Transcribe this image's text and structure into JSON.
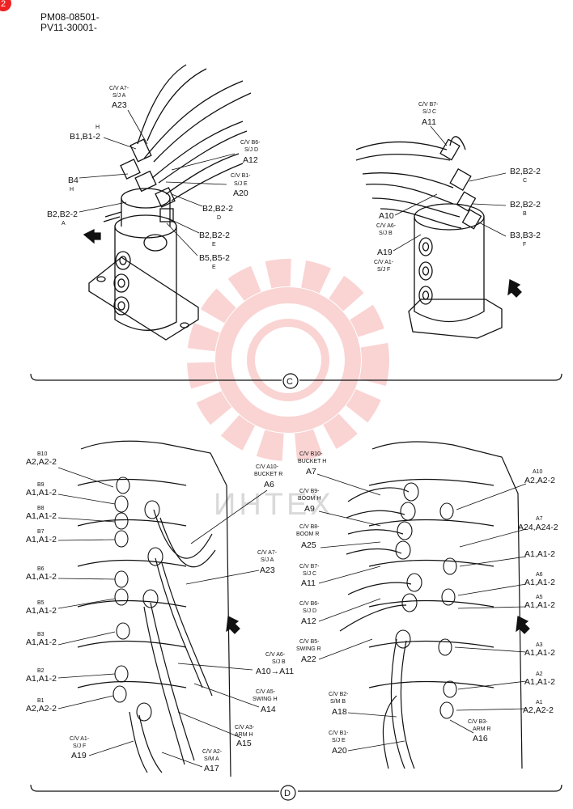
{
  "header": {
    "line1": "PM08-08501-",
    "line2": "PV11-30001-",
    "badge": "2"
  },
  "section_markers": {
    "top": "C",
    "bottom": "D"
  },
  "watermark": {
    "text": "ИНТЕХ",
    "color": "#f4a6a6"
  },
  "top_left": [
    {
      "sub": "C/V A7-",
      "sub2": "S/J A",
      "main": "A23"
    },
    {
      "sub": "H",
      "main": "B1,B1-2"
    },
    {
      "sub": "C/V B6-",
      "sub2": "S/J D",
      "main": "A12"
    },
    {
      "main": "B4",
      "sub": "H"
    },
    {
      "sub": "C/V B1-",
      "sub2": "S/J E",
      "main": "A20"
    },
    {
      "main": "B2,B2-2",
      "sub": "A"
    },
    {
      "main": "B2,B2-2",
      "sub": "D"
    },
    {
      "main": "B2,B2-2",
      "sub": "E"
    },
    {
      "main": "B5,B5-2",
      "sub": "E"
    }
  ],
  "top_right": [
    {
      "sub": "C/V B7-",
      "sub2": "S/J C",
      "main": "A11"
    },
    {
      "main": "B2,B2-2",
      "sub": "C"
    },
    {
      "main": "B2,B2-2",
      "sub": "B"
    },
    {
      "main": "A10",
      "sub": "C/V A6-",
      "sub2": "S/J B"
    },
    {
      "main": "B3,B3-2",
      "sub": "F"
    },
    {
      "main": "A19",
      "sub": "C/V A1-",
      "sub2": "S/J F"
    }
  ],
  "bottom_left": [
    {
      "sub": "B10",
      "main": "A2,A2-2"
    },
    {
      "sub": "B9",
      "main": "A1,A1-2"
    },
    {
      "sub": "B8",
      "main": "A1,A1-2"
    },
    {
      "sub": "B7",
      "main": "A1,A1-2"
    },
    {
      "sub": "B6",
      "main": "A1,A1-2"
    },
    {
      "sub": "B5",
      "main": "A1,A1-2"
    },
    {
      "sub": "B3",
      "main": "A1,A1-2"
    },
    {
      "sub": "B2",
      "main": "A1,A1-2"
    },
    {
      "sub": "B1",
      "main": "A2,A2-2"
    },
    {
      "sub": "C/V A10-",
      "sub2": "BUCKET R",
      "main": "A6"
    },
    {
      "sub": "C/V A7-",
      "sub2": "S/J A",
      "main": "A23"
    },
    {
      "sub": "C/V A6-",
      "sub2": "S/J B",
      "main": "A10→A11"
    },
    {
      "sub": "C/V A5-",
      "sub2": "SWING H",
      "main": "A14"
    },
    {
      "sub": "C/V A3-",
      "sub2": "ARM H",
      "main": "A15"
    },
    {
      "sub": "C/V A2-",
      "sub2": "S/M A",
      "main": "A17"
    },
    {
      "sub": "C/V A1-",
      "sub2": "S/J F",
      "main": "A19"
    }
  ],
  "bottom_right": [
    {
      "sub": "C/V B10-",
      "sub2": "BUCKET H",
      "main": "A7"
    },
    {
      "sub": "C/V B9-",
      "sub2": "BOOM H",
      "main": "A9"
    },
    {
      "sub": "C/V B8-",
      "sub2": "BOOM R",
      "main": "A25"
    },
    {
      "sub": "C/V B7-",
      "sub2": "S/J C",
      "main": "A11"
    },
    {
      "sub": "C/V B6-",
      "sub2": "S/J D",
      "main": "A12"
    },
    {
      "sub": "C/V B5-",
      "sub2": "SWING R",
      "main": "A22"
    },
    {
      "sub": "C/V B2-",
      "sub2": "S/M B",
      "main": "A18"
    },
    {
      "sub": "C/V B1-",
      "sub2": "S/J E",
      "main": "A20"
    },
    {
      "sub": "A10",
      "main": "A2,A2-2"
    },
    {
      "sub": "A7",
      "main": "A24,A24-2"
    },
    {
      "main": "A1,A1-2"
    },
    {
      "sub": "A6",
      "main": "A1,A1-2"
    },
    {
      "sub": "A5",
      "main": "A1,A1-2"
    },
    {
      "sub": "A3",
      "main": "A1,A1-2"
    },
    {
      "sub": "A2",
      "main": "A1,A1-2"
    },
    {
      "sub": "A1",
      "main": "A2,A2-2"
    },
    {
      "sub": "C/V B3-",
      "sub2": "ARM R",
      "main": "A16"
    }
  ]
}
